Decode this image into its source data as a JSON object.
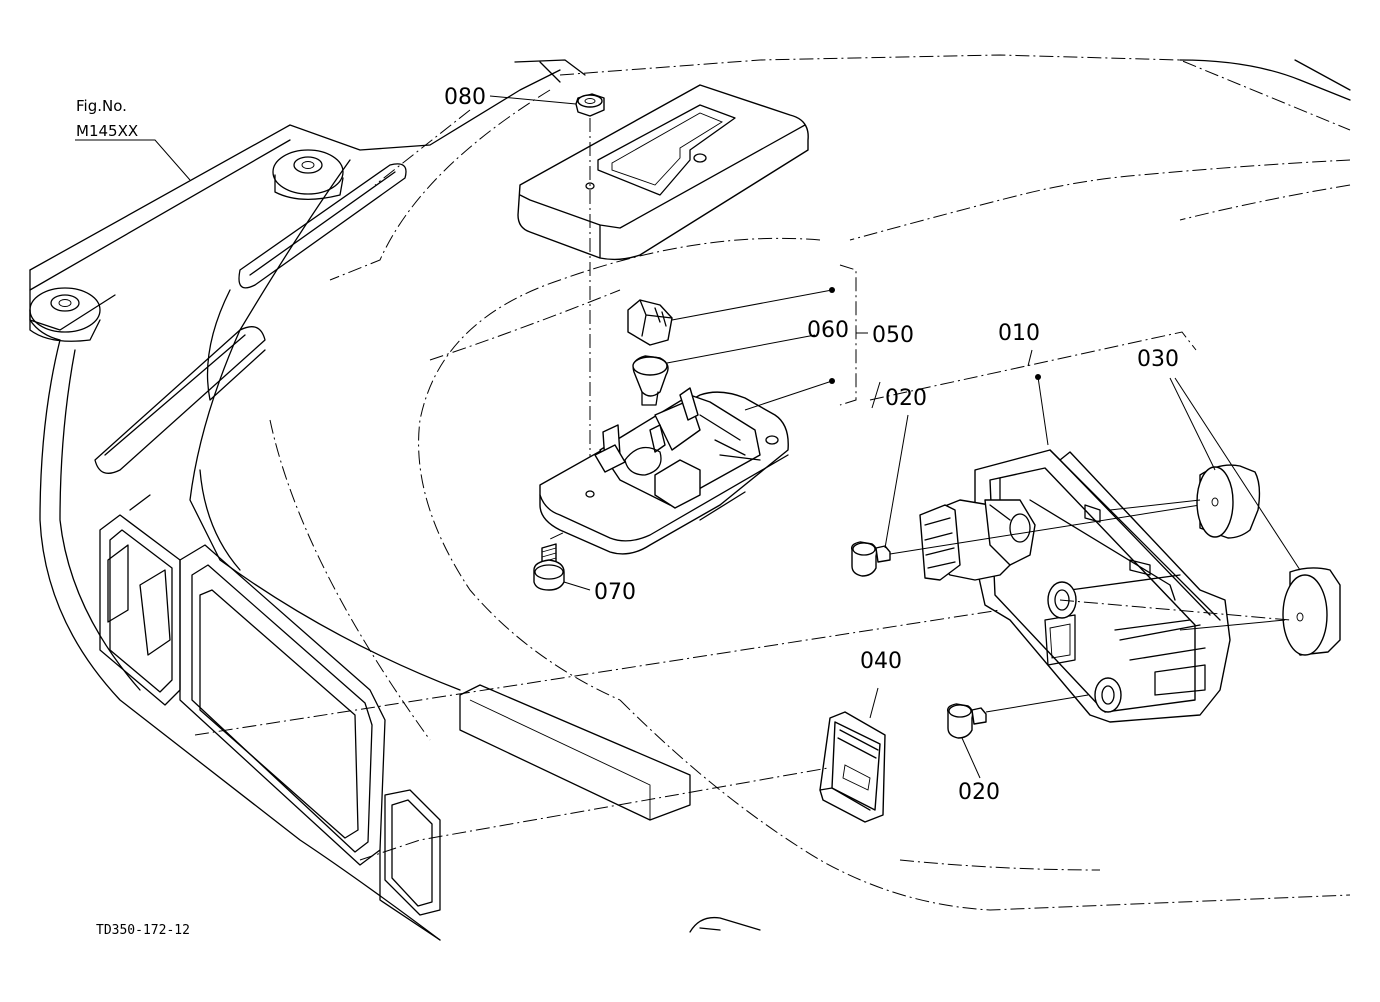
{
  "figure": {
    "fig_no_label": "Fig.No.",
    "fig_no_value": "M145XX",
    "drawing_code": "TD350-172-12"
  },
  "callouts": {
    "c010": "010",
    "c020_upper": "020",
    "c020_lower": "020",
    "c030": "030",
    "c040": "040",
    "c050": "050",
    "c060": "060",
    "c070": "070",
    "c080": "080"
  }
}
